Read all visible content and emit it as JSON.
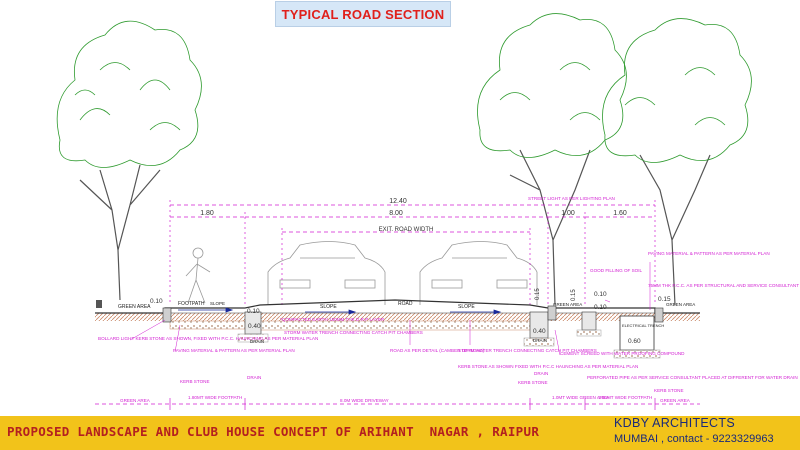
{
  "title": "TYPICAL ROAD SECTION",
  "dimensions": {
    "overall": "12.40",
    "left_footpath": "1.80",
    "road": "8.00",
    "right_1": "1.00",
    "right_2": "1.60",
    "exit_road_width": "EXIT. ROAD WIDTH",
    "level_left": "0.10",
    "level_kerb": "0.10",
    "level_r1": "0.15",
    "level_r2": "0.15",
    "level_r3": "0.10",
    "level_r4": "0.10",
    "level_r5": "0.15",
    "drain_left": "0.40",
    "drain_right": "0.40",
    "chamber": "0.60"
  },
  "labels": {
    "green_area_left": "GREEN AREA",
    "footpath": "FOOTPATH",
    "slope": "SLOPE",
    "road": "ROAD",
    "green_area_right1": "GREEN AREA",
    "green_area_right2": "GREEN AREA",
    "street_light": "STREET LIGHT AS PER LIGHTING PLAN",
    "good_filling": "GOOD FILLING OF SOIL",
    "paving_right": "PAVING MATERIAL & PATTERN AS PER MATERIAL PLAN",
    "pcc_bed": "75MM THK P.C.C. AS PER STRUCTURAL AND SERVICE CONSULTANT",
    "bollard": "BOLLARD LIGHT KERB STONE AS SHOWN, FIXED WITH P.C.C. HAUNCHING AS PER MATERIAL PLAN",
    "paving_left": "PAVING MATERIAL & PATTERN AS PER MATERIAL PLAN",
    "kerb_stone_left": "KERB STONE",
    "drain_left_lbl": "DRAIN",
    "compacted_earth": "COMPACTED EARTH 150MM THK D.R.P LAYER",
    "storm_water_left": "STORM WATER TRENCH CONNECTING CATCH PIT CHAMBERS",
    "road_detail": "ROAD AS PER DETAIL (CAMBER OF ROAD)",
    "storm_water_right": "STORM WATER TRENCH CONNECTING CATCH PIT CHAMBERS",
    "kerb_fixed": "KERB STONE AS SHOWN FIXED WITH P.C.C HAUNCHING AS PER MATERIAL PLAN",
    "drain_right_lbl": "DRAIN",
    "kerb_stone_right": "KERB STONE",
    "cement_screed": "CEMENT SCREED WITH WATER PROOFING COMPOUND",
    "perforated_pipe": "PERFORATED PIPE AS PER SERVICE CONSULTANT PLACED AT DIFFERENT FOR WATER DRAIN",
    "electrical_trench": "ELECTRICAL TRENCH",
    "kerb_stone_far": "KERB STONE",
    "drain_bottom_left": "DRAIN",
    "bottom_green_left": "GREEN AREA",
    "bottom_footpath_left": "1.80MT WIDE FOOTPATH",
    "bottom_driveway": "8.0M WIDE DRIVEWAY",
    "bottom_green_right": "1.0MT WIDE GREEN AREA",
    "bottom_footpath_right": "1.60MT WIDE FOOTPATH",
    "bottom_green_far": "GREEN AREA"
  },
  "footer": {
    "project": "PROPOSED LANDSCAPE AND CLUB HOUSE CONCEPT OF ARIHANT  NAGAR , RAIPUR",
    "firm": "KDBY ARCHITECTS",
    "contact": "MUMBAI , contact - 9223329963"
  },
  "colors": {
    "title_bg": "#d6e7f7",
    "title_text": "#e0201c",
    "footer_bg": "#f2c31a",
    "footer_text": "#b32020",
    "firm_text": "#1a2a7a",
    "annotation": "#d21fd2",
    "tree": "#2e9a2e",
    "soil": "#c98a6a"
  }
}
